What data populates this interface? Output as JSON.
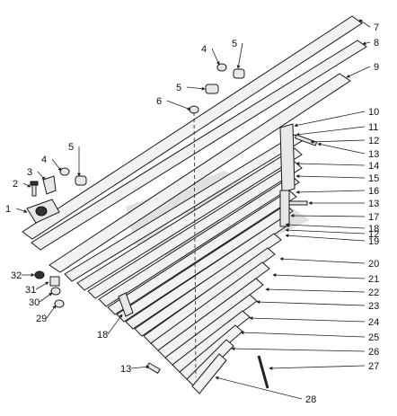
{
  "figure": {
    "callouts": [
      {
        "id": "c1",
        "text": "1"
      },
      {
        "id": "c2",
        "text": "2"
      },
      {
        "id": "c3",
        "text": "3"
      },
      {
        "id": "c4a",
        "text": "4"
      },
      {
        "id": "c4b",
        "text": "4"
      },
      {
        "id": "c5a",
        "text": "5"
      },
      {
        "id": "c5b",
        "text": "5"
      },
      {
        "id": "c5c",
        "text": "5"
      },
      {
        "id": "c6",
        "text": "6"
      },
      {
        "id": "c7",
        "text": "7"
      },
      {
        "id": "c8",
        "text": "8"
      },
      {
        "id": "c9",
        "text": "9"
      },
      {
        "id": "c10",
        "text": "10"
      },
      {
        "id": "c11",
        "text": "11"
      },
      {
        "id": "c12a",
        "text": "12"
      },
      {
        "id": "c13a",
        "text": "13"
      },
      {
        "id": "c14",
        "text": "14"
      },
      {
        "id": "c15",
        "text": "15"
      },
      {
        "id": "c16",
        "text": "16"
      },
      {
        "id": "c13b",
        "text": "13"
      },
      {
        "id": "c17",
        "text": "17"
      },
      {
        "id": "c18a",
        "text": "18"
      },
      {
        "id": "c19",
        "text": "19"
      },
      {
        "id": "c12b",
        "text": "12"
      },
      {
        "id": "c20",
        "text": "20"
      },
      {
        "id": "c21",
        "text": "21"
      },
      {
        "id": "c22",
        "text": "22"
      },
      {
        "id": "c23",
        "text": "23"
      },
      {
        "id": "c24",
        "text": "24"
      },
      {
        "id": "c25",
        "text": "25"
      },
      {
        "id": "c26",
        "text": "26"
      },
      {
        "id": "c27",
        "text": "27"
      },
      {
        "id": "c28",
        "text": "28"
      },
      {
        "id": "c29",
        "text": "29"
      },
      {
        "id": "c30",
        "text": "30"
      },
      {
        "id": "c31",
        "text": "31"
      },
      {
        "id": "c32",
        "text": "32"
      },
      {
        "id": "c18b",
        "text": "18"
      },
      {
        "id": "c13c",
        "text": "13"
      }
    ],
    "colors": {
      "ink": "#1a1a1a",
      "paper": "#ffffff",
      "watermark": "#a8aaa8"
    }
  }
}
